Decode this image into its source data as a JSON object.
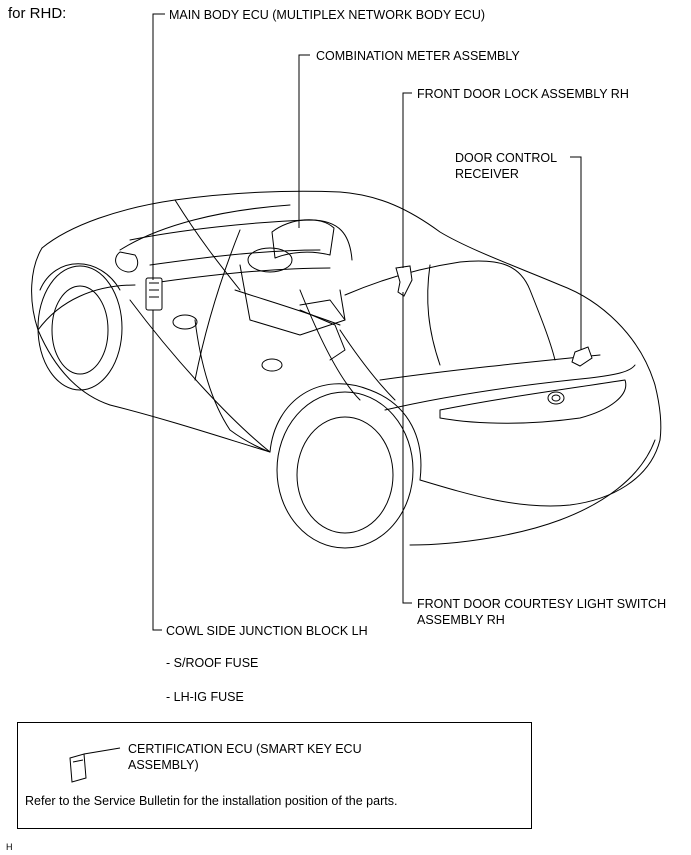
{
  "header": {
    "label": "for RHD:"
  },
  "callouts": {
    "main_body_ecu": "MAIN BODY ECU (MULTIPLEX NETWORK BODY ECU)",
    "combination_meter": "COMBINATION METER ASSEMBLY",
    "front_door_lock": "FRONT DOOR LOCK ASSEMBLY RH",
    "door_control_receiver_line1": "DOOR CONTROL",
    "door_control_receiver_line2": "RECEIVER",
    "courtesy_switch_line1": "FRONT DOOR COURTESY LIGHT SWITCH",
    "courtesy_switch_line2": "ASSEMBLY RH",
    "cowl_junction_block": "COWL SIDE JUNCTION BLOCK LH",
    "sroof_fuse": "- S/ROOF FUSE",
    "lhig_fuse": "- LH-IG FUSE"
  },
  "legend_box": {
    "certification_line1": "CERTIFICATION ECU (SMART KEY ECU",
    "certification_line2": "ASSEMBLY)",
    "note": "Refer to the Service Bulletin for the installation position of the parts."
  },
  "footer": {
    "mark": "H"
  },
  "colors": {
    "line": "#000000",
    "background": "#ffffff"
  }
}
